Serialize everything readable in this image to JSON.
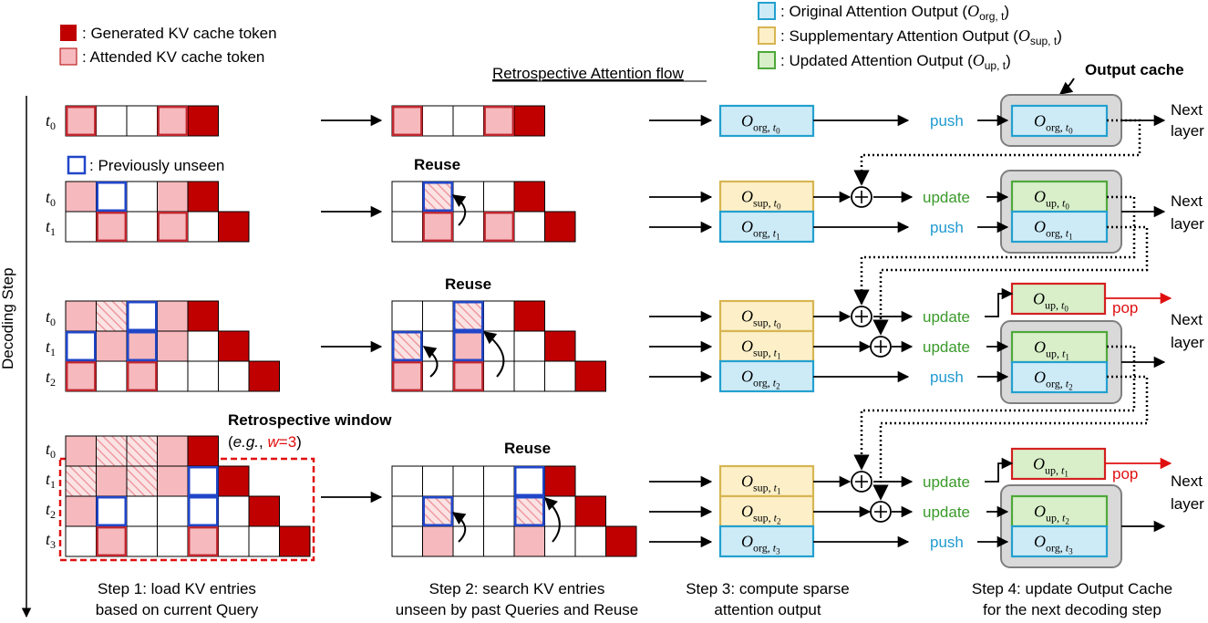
{
  "legend_top_left": {
    "generated": ": Generated KV cache token",
    "attended": ": Attended KV cache token",
    "unseen": ": Previously unseen"
  },
  "legend_top_right": {
    "original": ": Original Attention Output (",
    "supplementary": ": Supplementary Attention Output (",
    "updated": ": Updated Attention Output ("
  },
  "flow_title": "Retrospective Attention flow",
  "output_cache_label": "Output cache",
  "axis_label": "Decoding Step",
  "reuse_label": "Reuse",
  "window_label": "Retrospective window",
  "window_example": "(e.g., w=3)",
  "actions": {
    "push": "push",
    "update": "update",
    "pop": "pop"
  },
  "next_layer": [
    "Next",
    "layer"
  ],
  "steps": [
    [
      "Step 1: load KV entries",
      "based on current Query"
    ],
    [
      "Step 2: search KV entries",
      "unseen by past Queries and Reuse"
    ],
    [
      "Step 3: compute sparse",
      "attention output"
    ],
    [
      "Step 4: update Output Cache",
      "for the next decoding step"
    ]
  ],
  "tokens": [
    "t0",
    "t1",
    "t2",
    "t3"
  ],
  "colors": {
    "generated": "#c00000",
    "attended": "#f6b9bd",
    "unseen_border": "#2046c8",
    "original_fill": "#cdebf7",
    "original_border": "#23a0cf",
    "supplementary_fill": "#fdf0c8",
    "supplementary_border": "#d7b552",
    "updated_fill": "#d8efc9",
    "updated_border": "#4fa83a",
    "cache_fill": "#d9d9d9"
  }
}
